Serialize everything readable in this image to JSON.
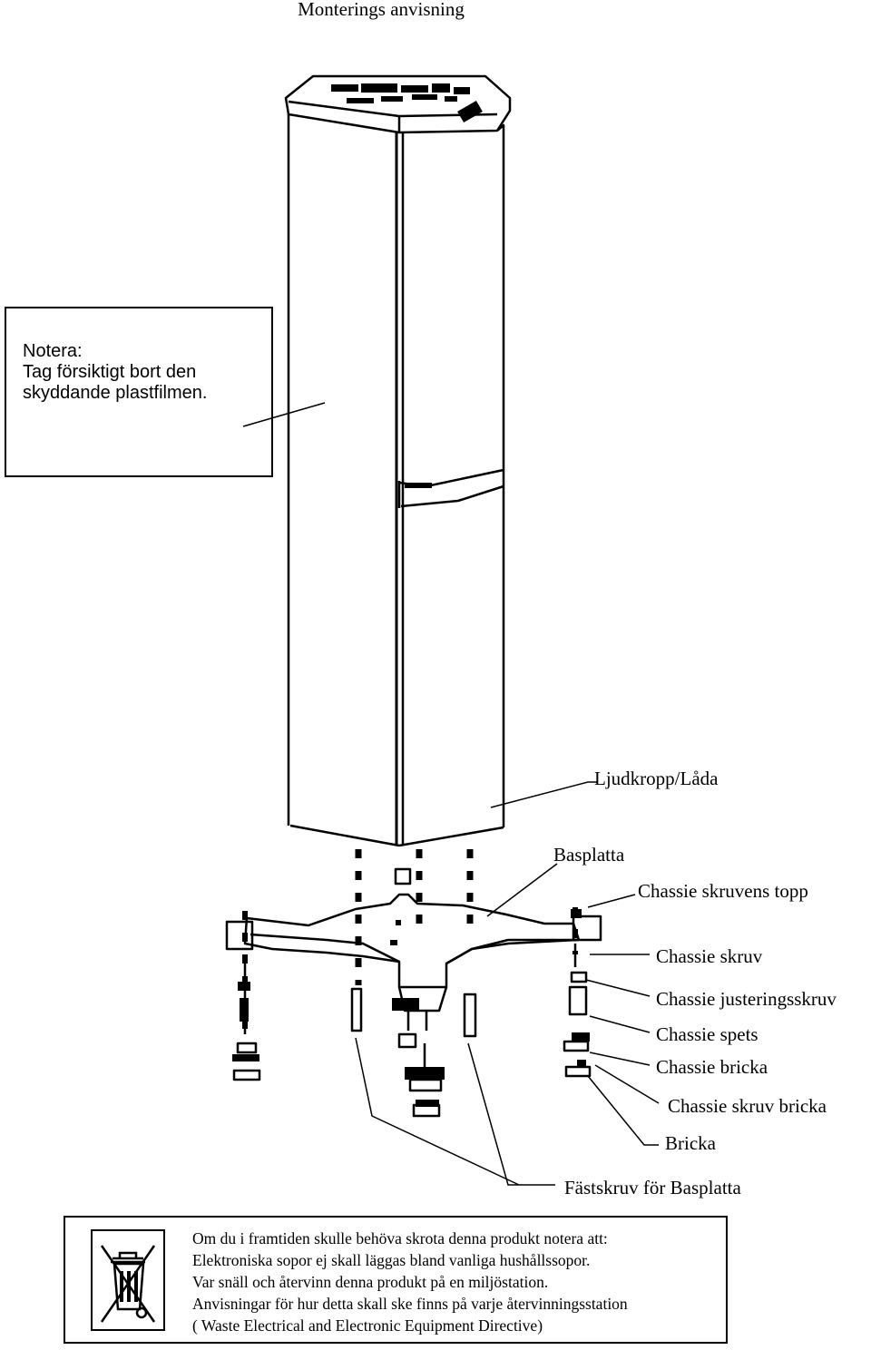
{
  "title": "Monterings anvisning",
  "note": {
    "heading": "Notera:",
    "line1": "Tag försiktigt bort den",
    "line2": "skyddande plastfilmen."
  },
  "labels": {
    "ljudkropp": "Ljudkropp/Låda",
    "basplatta": "Basplatta",
    "chassie_skruvens_topp": "Chassie skruvens topp",
    "chassie_skruv": "Chassie skruv",
    "chassie_justeringsskruv": "Chassie justeringsskruv",
    "chassie_spets": "Chassie spets",
    "chassie_bricka": "Chassie bricka",
    "chassie_skruv_bricka": "Chassie skruv bricka",
    "bricka": "Bricka",
    "fastskruv": "Fästskruv för Basplatta"
  },
  "footer": {
    "icon": "crossed-out-wheelie-bin-icon",
    "lines": [
      "Om du i framtiden skulle behöva skrota denna produkt notera att:",
      "Elektroniska sopor ej skall läggas bland vanliga hushållssopor.",
      "Var snäll och återvinn denna produkt på en miljöstation.",
      "Anvisningar för hur detta skall ske finns på varje återvinningsstation",
      "( Waste Electrical and Electronic Equipment Directive)"
    ]
  }
}
